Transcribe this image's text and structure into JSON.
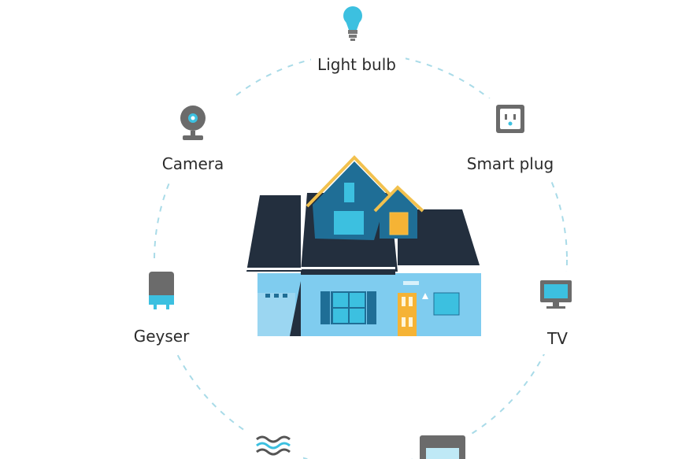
{
  "devices": [
    {
      "name": "light-bulb",
      "label": "Light bulb",
      "icon": "light-bulb-icon"
    },
    {
      "name": "camera",
      "label": "Camera",
      "icon": "camera-icon"
    },
    {
      "name": "smart-plug",
      "label": "Smart plug",
      "icon": "smart-plug-icon"
    },
    {
      "name": "geyser",
      "label": "Geyser",
      "icon": "geyser-icon"
    },
    {
      "name": "tv",
      "label": "TV",
      "icon": "tv-icon"
    }
  ],
  "colors": {
    "accent": "#3cc0e0",
    "icon_gray": "#6b6b6b",
    "roof": "#232f3e",
    "gable": "#1f6e96",
    "wall": "#7fccef",
    "trim": "#f2c14e",
    "door": "#f5b335",
    "dash": "#a9dbe8"
  }
}
